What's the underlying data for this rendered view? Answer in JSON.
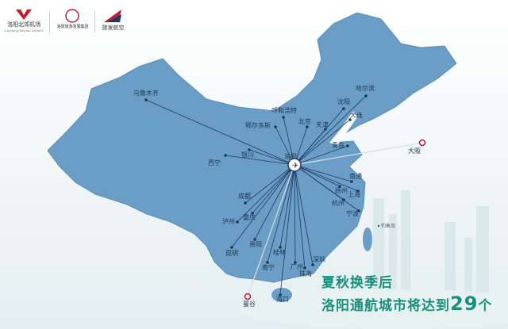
{
  "logos": [
    {
      "name": "洛阳北郊机场",
      "subtitle": "Luoyang Beijiao Airport"
    },
    {
      "name": "洛阳旅游发展集团"
    },
    {
      "name": "旅发航空"
    }
  ],
  "hub": "洛阳",
  "destinations": {
    "urumqi": "乌鲁木齐",
    "hohhot": "呼和浩特",
    "ordos": "鄂尔多斯",
    "beijing": "北京",
    "tianjin": "天津",
    "shenyang": "沈阳",
    "harbin": "哈尔滨",
    "dalian": "大连",
    "qingdao": "青岛",
    "osaka": "大阪",
    "yinchuan": "银川",
    "xining": "西宁",
    "nantong": "南通",
    "yangzhou": "扬州",
    "shanghai": "上海",
    "hangzhou": "杭州",
    "ningbo": "宁波",
    "chengdu": "成都",
    "chongqing": "重庆",
    "luzhou": "泸州",
    "guiyang": "贵阳",
    "kunming": "昆明",
    "guilin": "桂林",
    "nanning": "南宁",
    "guangzhou": "广州",
    "zhuhai": "珠海",
    "shenzhen": "深圳",
    "haikou": "海口",
    "bangkok": "曼谷"
  },
  "other_labels": {
    "diaoyu": "钓鱼岛"
  },
  "headline": {
    "line1": "夏秋换季后",
    "line2_prefix": "洛阳通航城市将达到",
    "count": "29",
    "line2_suffix": "个"
  },
  "colors": {
    "land": "#6a9ec6",
    "route": "#1f3a63",
    "international": "#b0203a",
    "headline": "#1a8f7a"
  }
}
